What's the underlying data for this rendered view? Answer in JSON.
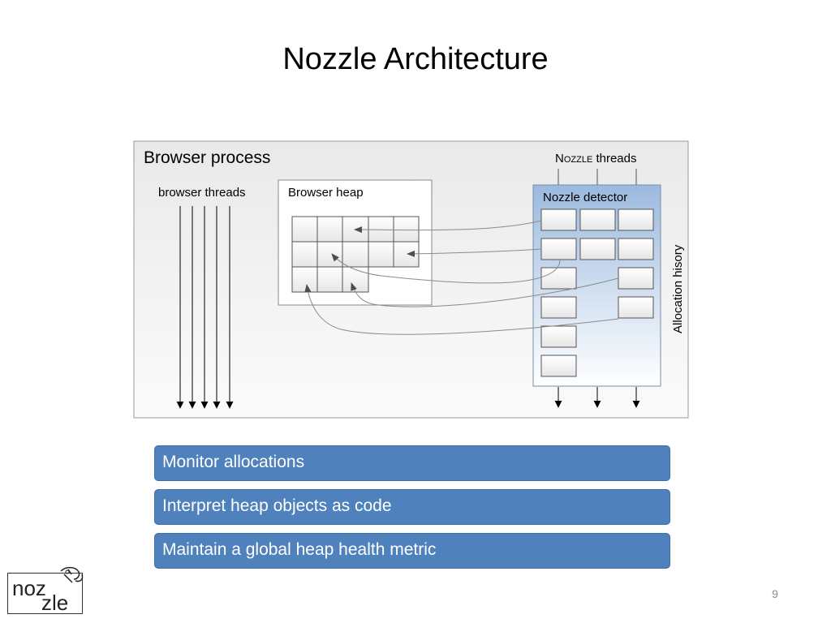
{
  "slide": {
    "title": "Nozzle Architecture",
    "page_number": "9"
  },
  "diagram": {
    "browser_process_label": "Browser process",
    "browser_threads_label": "browser threads",
    "browser_heap_label": "Browser heap",
    "nozzle_threads_label_prefix": "N",
    "nozzle_threads_label_smallcaps": "OZZLE",
    "nozzle_threads_label_suffix": " threads",
    "nozzle_detector_label": "Nozzle detector",
    "allocation_history_label": "Allocation hisory"
  },
  "bullets": [
    "Monitor allocations",
    "Interpret heap objects as code",
    "Maintain a global heap health metric"
  ],
  "logo": {
    "text_top": "noz",
    "text_bottom": "zle"
  },
  "colors": {
    "bar_fill": "#4f81bd",
    "detector_fill_top": "#9bb9de",
    "detector_fill_bottom": "#ffffff",
    "process_box_fill": "#f2f2f2"
  }
}
